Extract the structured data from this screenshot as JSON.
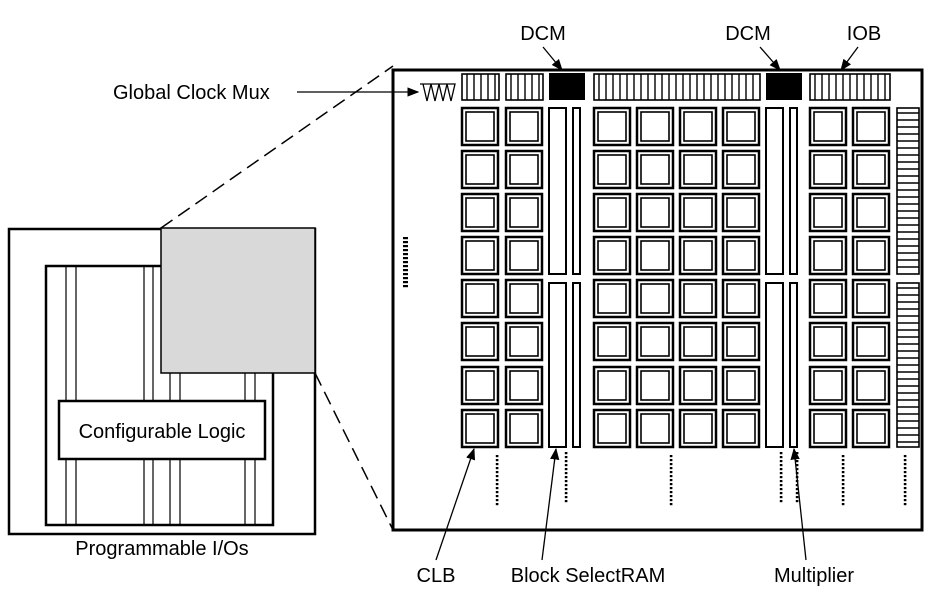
{
  "diagram": {
    "labels": {
      "dcm_left": "DCM",
      "dcm_right": "DCM",
      "iob": "IOB",
      "global_clock_mux": "Global Clock Mux",
      "configurable_logic": "Configurable Logic",
      "programmable_ios": "Programmable I/Os",
      "clb": "CLB",
      "block_selectram": "Block SelectRAM",
      "multiplier": "Multiplier"
    },
    "colors": {
      "stroke": "#000000",
      "highlight_fill": "#d9d9d9",
      "background": "#ffffff"
    }
  }
}
